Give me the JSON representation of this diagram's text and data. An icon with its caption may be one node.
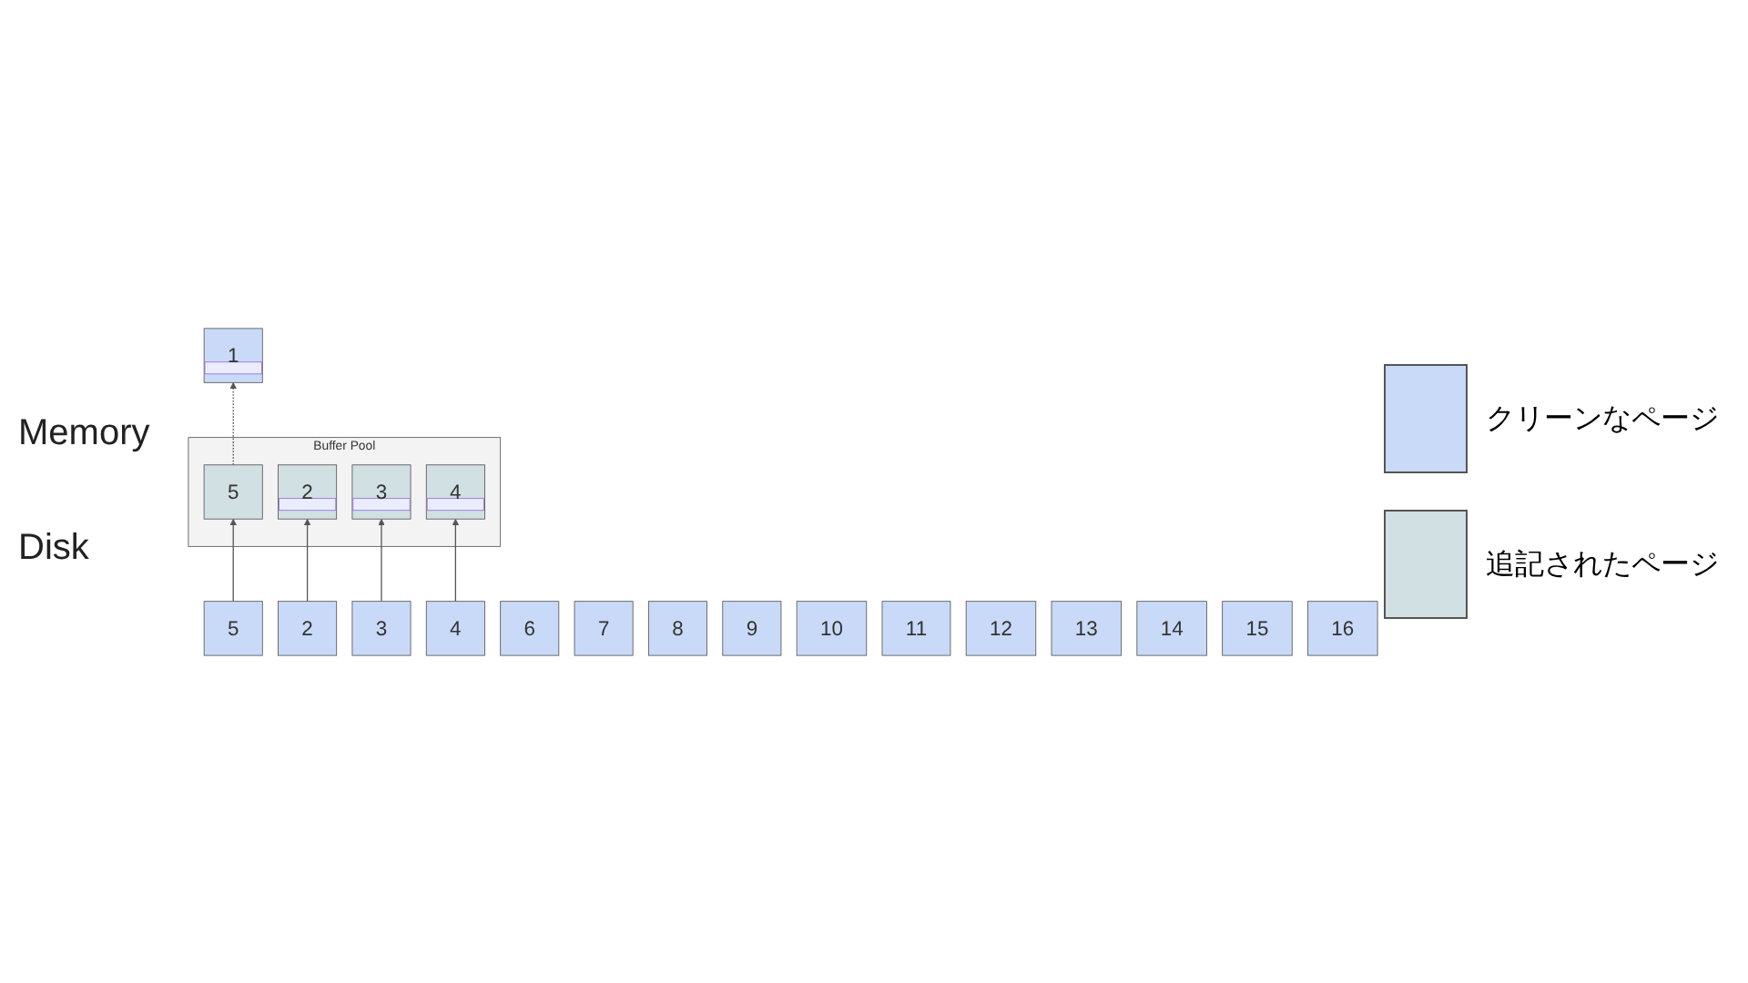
{
  "diagram": {
    "nodes": [
      {
        "text": [
          "Buffer Pool"
        ]
      },
      {
        "text": [
          "5"
        ],
        "in": 0
      },
      {
        "text": [
          "2"
        ],
        "in": 0
      },
      {
        "text": [
          "3"
        ],
        "in": 0
      },
      {
        "text": [
          "4"
        ],
        "in": 0
      },
      {
        "text": [
          "1"
        ]
      },
      {
        "text": [
          "2"
        ]
      },
      {
        "text": [
          "3"
        ]
      },
      {
        "text": [
          "4"
        ]
      },
      {
        "text": [
          "5"
        ]
      },
      {
        "text": [
          "6"
        ]
      },
      {
        "text": [
          "7"
        ]
      },
      {
        "text": [
          "8"
        ]
      },
      {
        "text": [
          "9"
        ]
      },
      {
        "text": [
          "10"
        ]
      },
      {
        "text": [
          "11"
        ]
      },
      {
        "text": [
          "12"
        ]
      },
      {
        "text": [
          "13"
        ]
      },
      {
        "text": [
          "14"
        ]
      },
      {
        "text": [
          "15"
        ]
      },
      {
        "text": [
          "16"
        ]
      }
    ],
    "edges": [
      {
        "from": 1,
        "to": 5,
        "arrow": "to",
        "style": "dashed"
      },
      {
        "from": 6,
        "to": 2,
        "arrow": "to"
      },
      {
        "from": 7,
        "to": 3,
        "arrow": "to"
      },
      {
        "from": 8,
        "to": 4,
        "arrow": "to"
      },
      {
        "from": 9,
        "to": 1,
        "arrow": "to"
      }
    ],
    "labels": [
      "Memory",
      "Disk"
    ],
    "legend": [
      {
        "text": "クリーンなページ",
        "color": "#c9daf8"
      },
      {
        "text": "追記されたページ",
        "color": "#d0e0e3"
      }
    ]
  }
}
